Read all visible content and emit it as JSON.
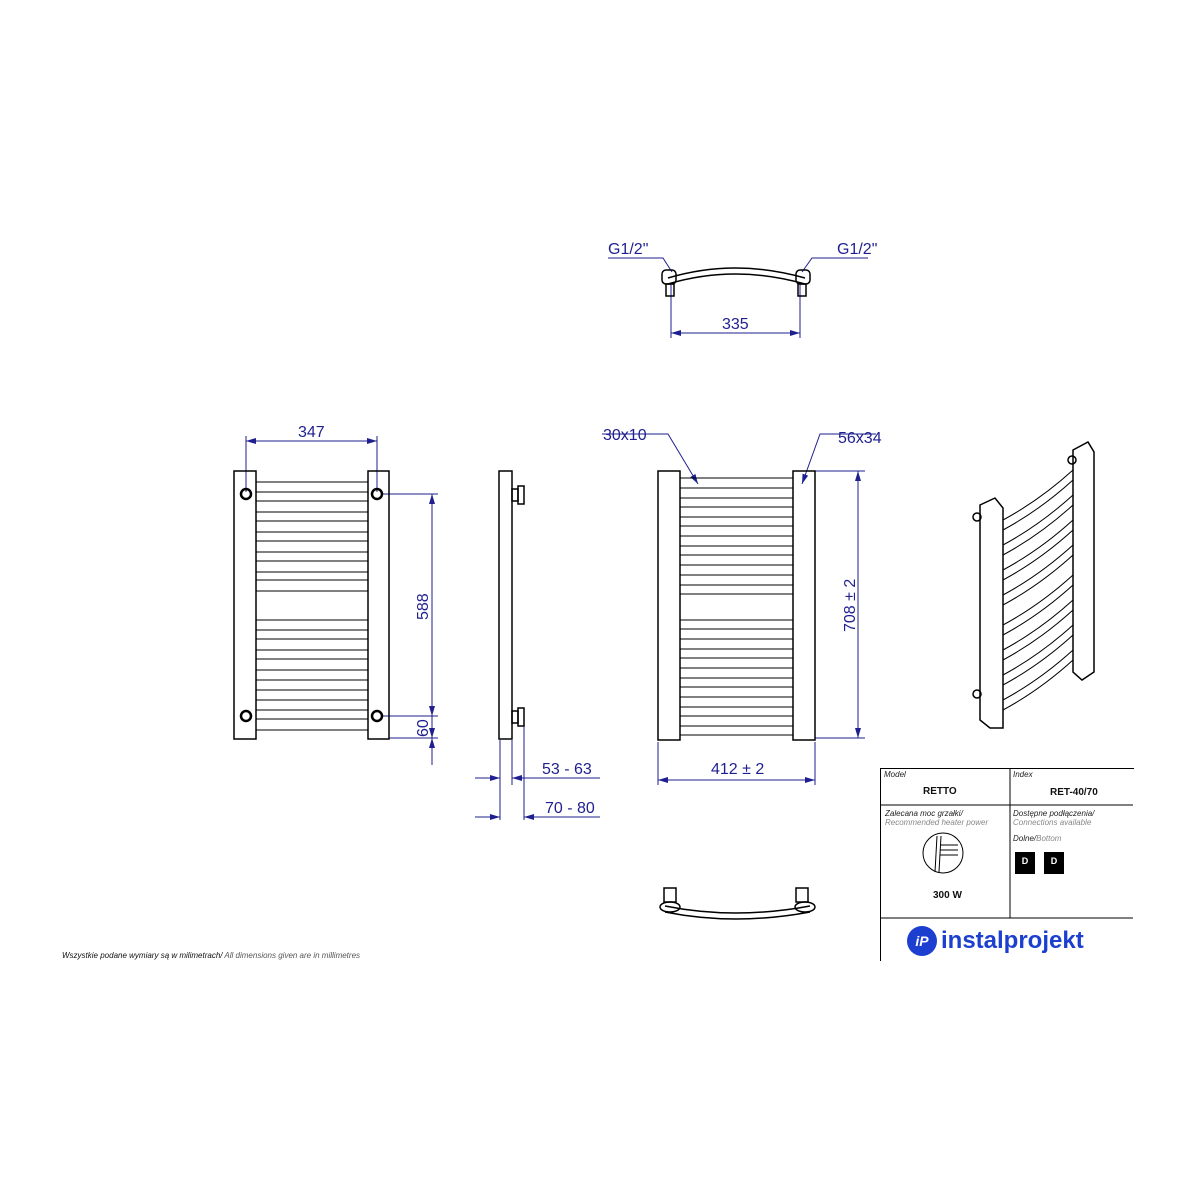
{
  "dimensions": {
    "pipe_connection_left": "G1/2\"",
    "pipe_connection_right": "G1/2\"",
    "top_spacing": "335",
    "front_width": "347",
    "front_axis_height": "588",
    "front_bottom_offset": "60",
    "side_depth_min": "53 - 63",
    "side_depth_max": "70 - 80",
    "rung_profile": "30x10",
    "collector_profile": "56x34",
    "total_height": "708 ± 2",
    "total_width": "412 ± 2"
  },
  "title_block": {
    "model_label": "Model",
    "model_value": "RETTO",
    "index_label": "Index",
    "index_value": "RET-40/70",
    "heater_label_pl": "Zalecana moc grzałki/",
    "heater_label_en": "Recommended heater power",
    "heater_power": "300 W",
    "connections_label_pl": "Dostępne podłączenia/",
    "connections_label_en": "Connections available",
    "connection_type_pl": "Dolne/",
    "connection_type_en": "Bottom",
    "connection_badges": [
      "D",
      "D"
    ],
    "brand": "instalprojekt",
    "brand_mark": "iP"
  },
  "footer": {
    "note_pl": "Wszystkie podane wymiary są w milimetrach/",
    "note_en": " All dimensions given are in millimetres"
  }
}
